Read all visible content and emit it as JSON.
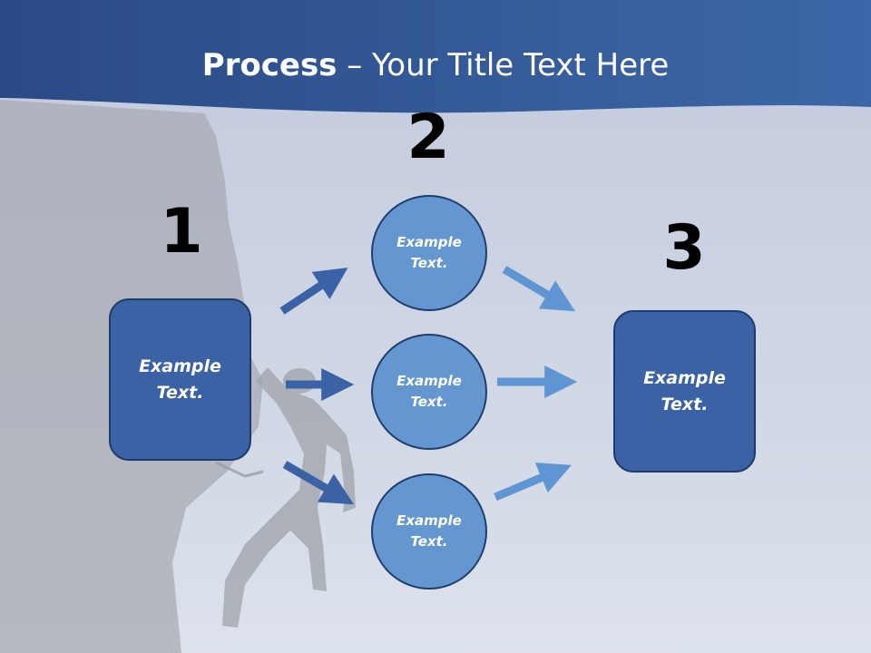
{
  "title": {
    "bold": "Process",
    "rest": " – Your Title Text Here"
  },
  "steps": {
    "numbers": [
      "1",
      "2",
      "3"
    ],
    "box1": "Example Text.",
    "circles": [
      "Example Text.",
      "Example Text.",
      "Example Text."
    ],
    "box3": "Example Text."
  },
  "colors": {
    "header": "#2d4f8c",
    "box_fill": "#3a62a4",
    "circle_fill": "#6497cf",
    "arrow_dark": "#3a62a4",
    "arrow_light": "#5f95d2"
  }
}
